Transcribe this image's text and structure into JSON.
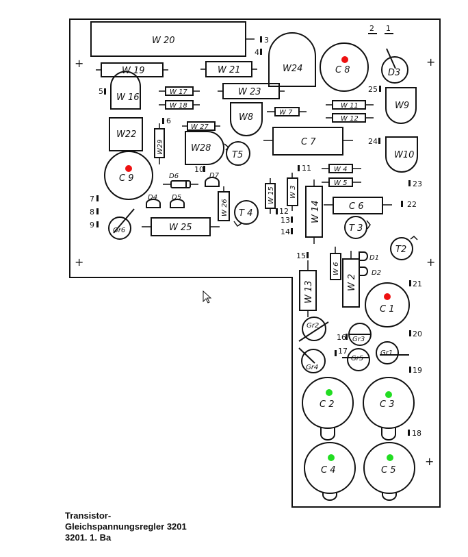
{
  "caption": {
    "line1": "Transistor-",
    "line2": "Gleichspannungsregler 3201",
    "line3": "3201. 1. Ba"
  },
  "colors": {
    "ink": "#111111",
    "marker_red": "#ee1111",
    "marker_green": "#22dd22"
  },
  "labels": {
    "W20": "W 20",
    "W19": "W 19",
    "W21": "W 21",
    "W24": "W24",
    "C8": "C 8",
    "D3": "D3",
    "W16": "W 16",
    "W17": "W 17",
    "W18": "W 18",
    "W23": "W 23",
    "W9": "W9",
    "W8": "W8",
    "W7": "W 7",
    "W11": "W 11",
    "W12": "W 12",
    "W22": "W22",
    "W29": "W29",
    "W27": "W 27",
    "W28": "W28",
    "T5": "T5",
    "C7": "C 7",
    "W10": "W10",
    "C9": "C 9",
    "D6": "D6",
    "D7": "D7",
    "W4": "W 4",
    "W5": "W 5",
    "D4": "D4",
    "D5": "D5",
    "W26": "W 26",
    "T4": "T 4",
    "W15": "W 15",
    "W3": "W 3",
    "W14": "W 14",
    "C6": "C 6",
    "Gr6": "Gr6",
    "W25": "W 25",
    "T3": "T 3",
    "T2": "T2",
    "D1": "D1",
    "D2": "D2",
    "W6": "W 6",
    "W2": "W 2",
    "W13": "W 13",
    "C1": "C 1",
    "Gr2": "Gr2",
    "Gr3": "Gr3",
    "Gr4": "Gr4",
    "Gr5": "Gr5",
    "Gr1": "Gr1",
    "C2": "C 2",
    "C3": "C 3",
    "C4": "C 4",
    "C5": "C 5"
  },
  "pins": [
    "1",
    "2",
    "3",
    "4",
    "5",
    "6",
    "7",
    "8",
    "9",
    "10",
    "11",
    "12",
    "13",
    "14",
    "15",
    "16",
    "17",
    "18",
    "19",
    "20",
    "21",
    "22",
    "23",
    "24",
    "25"
  ],
  "plus_sign": "+"
}
